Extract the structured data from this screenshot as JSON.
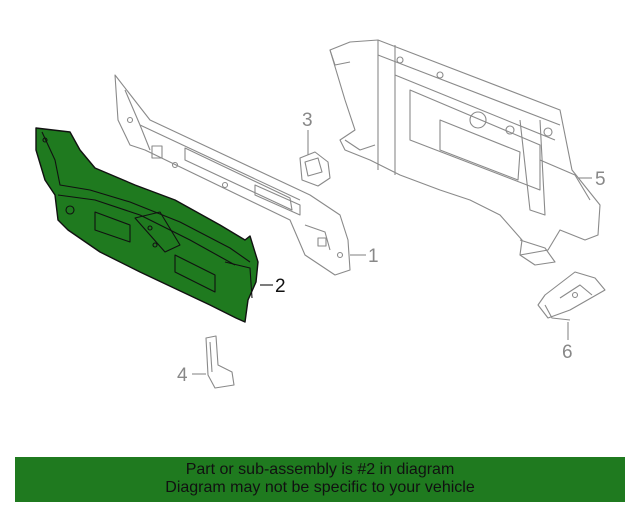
{
  "diagram": {
    "highlight_color": "#1f7a1f",
    "callouts": [
      "1",
      "2",
      "3",
      "4",
      "5",
      "6"
    ],
    "selected_callout": "2"
  },
  "banner": {
    "background": "#1f7a1f",
    "line1": "Part or sub-assembly is #2 in diagram",
    "line2": "Diagram may not be specific to your vehicle"
  }
}
